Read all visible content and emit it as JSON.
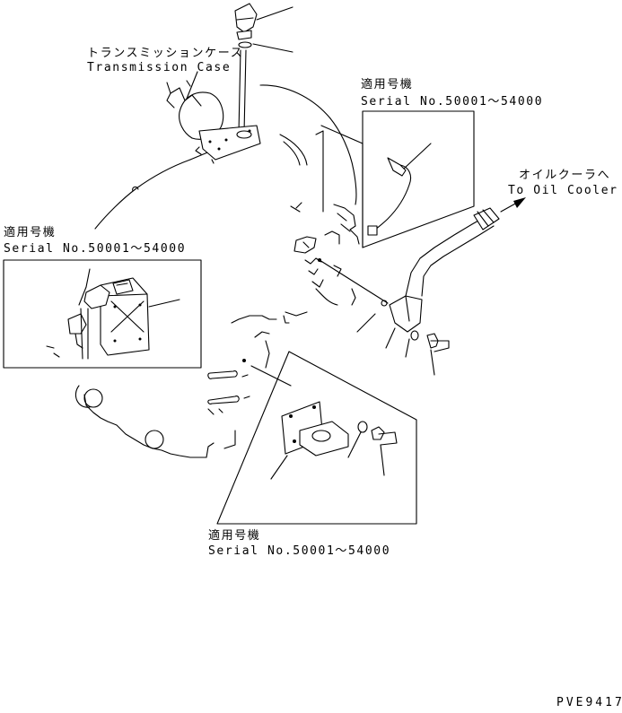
{
  "labels": {
    "case_jp": "トランスミッションケース",
    "case_en": "Transmission Case",
    "top_right_jp": "適用号機",
    "top_right_serial": "Serial No.50001～54000",
    "oil_cooler_jp": "オイルクーラへ",
    "oil_cooler_en": "To Oil Cooler",
    "left_jp": "適用号機",
    "left_serial": "Serial No.50001～54000",
    "bottom_jp": "適用号機",
    "bottom_serial": "Serial No.50001～54000",
    "drawing_code": "PVE9417"
  }
}
